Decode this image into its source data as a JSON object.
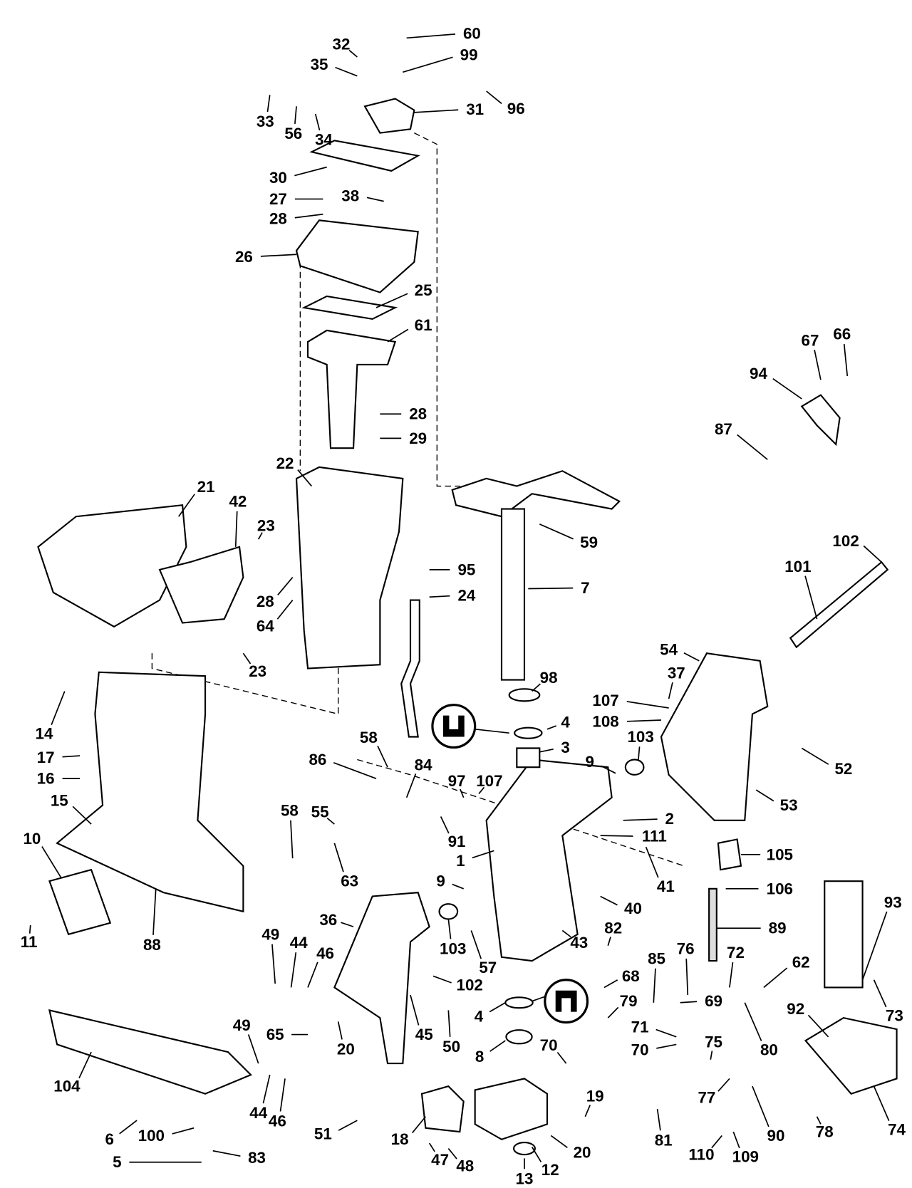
{
  "callouts": [
    "60",
    "99",
    "32",
    "35",
    "96",
    "31",
    "33",
    "56",
    "34",
    "30",
    "27",
    "38",
    "28",
    "26",
    "25",
    "61",
    "28",
    "29",
    "22",
    "21",
    "42",
    "23",
    "28",
    "64",
    "23",
    "95",
    "24",
    "59",
    "7",
    "102",
    "101",
    "54",
    "37",
    "98",
    "107",
    "108",
    "103",
    "4",
    "3",
    "52",
    "53",
    "9",
    "14",
    "17",
    "16",
    "15",
    "10",
    "11",
    "88",
    "58",
    "86",
    "84",
    "97",
    "107",
    "91",
    "55",
    "58",
    "63",
    "2",
    "111",
    "1",
    "41",
    "105",
    "106",
    "9",
    "40",
    "89",
    "36",
    "103",
    "57",
    "43",
    "82",
    "49",
    "44",
    "46",
    "102",
    "76",
    "72",
    "62",
    "85",
    "68",
    "69",
    "93",
    "92",
    "73",
    "4",
    "79",
    "65",
    "20",
    "45",
    "50",
    "71",
    "70",
    "75",
    "80",
    "49",
    "104",
    "8",
    "70",
    "77",
    "81",
    "44",
    "46",
    "6",
    "100",
    "5",
    "83",
    "51",
    "18",
    "47",
    "48",
    "13",
    "12",
    "20",
    "19",
    "110",
    "109",
    "90",
    "78",
    "74",
    "67",
    "66",
    "94",
    "87"
  ],
  "seal_icons": [
    "seal-profile-icon",
    "seal-profile-icon"
  ]
}
